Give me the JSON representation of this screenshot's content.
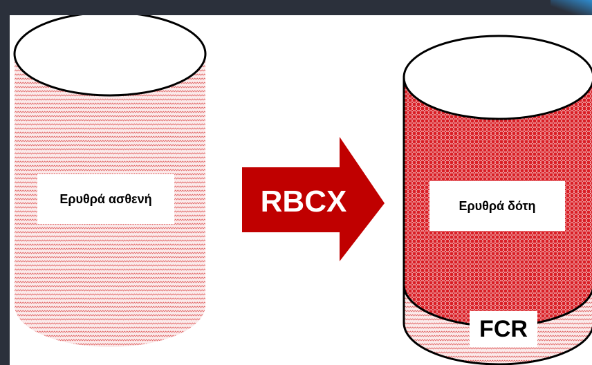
{
  "diagram": {
    "left_cylinder": {
      "label": "Ερυθρά ασθενή"
    },
    "arrow": {
      "label": "RBCX"
    },
    "right_cylinder": {
      "label": "Ερυθρά δότη",
      "bottom_label": "FCR"
    }
  },
  "colors": {
    "pattern_light": "#e06464",
    "pattern_dense": "#d91f26",
    "arrow_fill": "#c00000",
    "outline": "#000000"
  },
  "icons": {
    "arrow": "right-arrow-icon"
  }
}
